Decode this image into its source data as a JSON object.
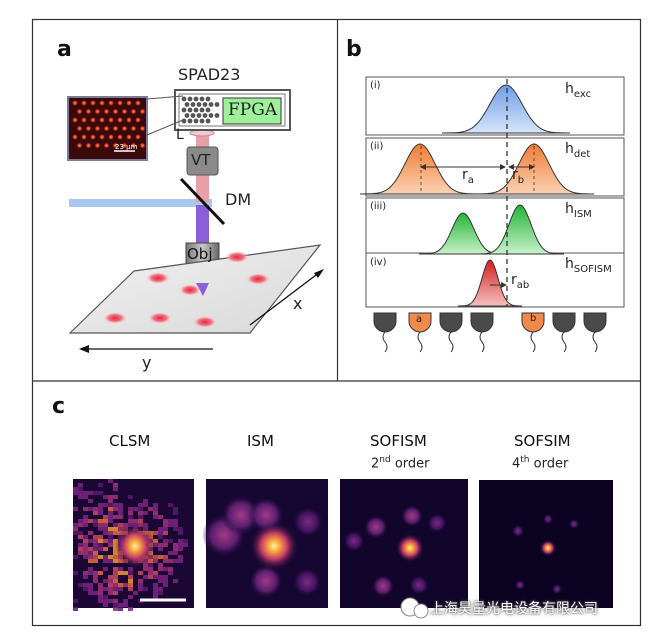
{
  "panels": {
    "a": {
      "label": "a",
      "spad_label": "SPAD23",
      "fpga_label": "FPGA",
      "lens_label": "L",
      "vt_label": "VT",
      "dm_label": "DM",
      "obj_label": "Obj",
      "scale_label": "23 μm",
      "x_label": "x",
      "y_label": "y"
    },
    "b": {
      "label": "b",
      "rows": [
        {
          "num": "(i)",
          "name": "h",
          "sub": "exc"
        },
        {
          "num": "(ii)",
          "name": "h",
          "sub": "det"
        },
        {
          "num": "(iii)",
          "name": "h",
          "sub": "ISM"
        },
        {
          "num": "(iv)",
          "name": "h",
          "sub": "SOFISM"
        }
      ],
      "ra": {
        "name": "r",
        "sub": "a"
      },
      "rb": {
        "name": "r",
        "sub": "b"
      },
      "rab": {
        "name": "r",
        "sub": "ab"
      },
      "detector_a": "a",
      "detector_b": "b"
    },
    "c": {
      "label": "c",
      "images": [
        {
          "title": "CLSM",
          "subtitle": "",
          "sup": "",
          "rest": ""
        },
        {
          "title": "ISM",
          "subtitle": "",
          "sup": "",
          "rest": ""
        },
        {
          "title": "SOFISM",
          "subtitle": "2",
          "sup": "nd",
          "rest": " order"
        },
        {
          "title": "SOFSIM",
          "subtitle": "4",
          "sup": "th",
          "rest": " order"
        }
      ]
    }
  },
  "watermark": "上海昊量光电设备有限公司",
  "colors": {
    "orange": "#f08a4b",
    "blue": "#8fb4ea",
    "green": "#3cc34a",
    "red": "#e03030",
    "beam_purple": "#8b5fd6",
    "beam_pink": "#e8a0a8",
    "fpga_green": "#9ef09a"
  }
}
